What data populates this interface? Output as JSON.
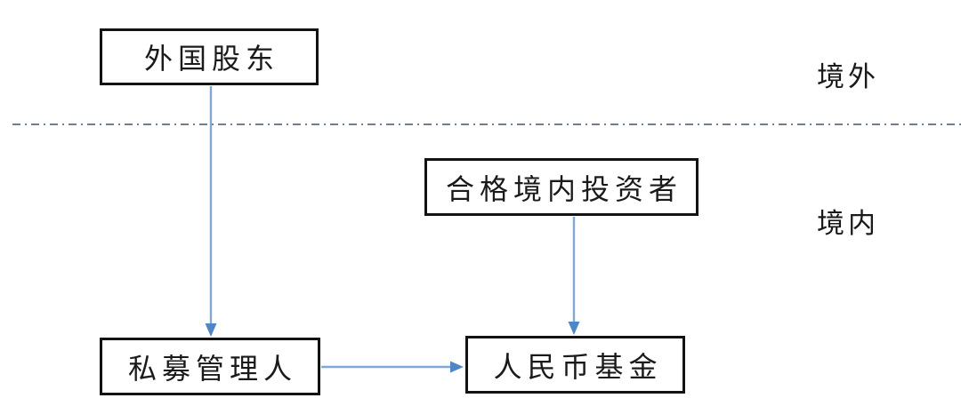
{
  "diagram": {
    "description": "Cross-border RMB private fund structure diagram with an offshore/onshore boundary line",
    "nodes": {
      "foreign_shareholder": {
        "label": "外国股东"
      },
      "qualified_domestic_investor": {
        "label": "合格境内投资者"
      },
      "private_fund_manager": {
        "label": "私募管理人"
      },
      "rmb_fund": {
        "label": "人民币基金"
      }
    },
    "region_labels": {
      "offshore": {
        "label": "境外"
      },
      "onshore": {
        "label": "境内"
      }
    },
    "divider": {
      "style": "dash-dot",
      "meaning": "boundary between offshore (境外) and onshore (境内)",
      "color": "#44546a"
    },
    "arrows": [
      {
        "from": "foreign_shareholder",
        "to": "private_fund_manager",
        "direction": "down"
      },
      {
        "from": "qualified_domestic_investor",
        "to": "rmb_fund",
        "direction": "down"
      },
      {
        "from": "private_fund_manager",
        "to": "rmb_fund",
        "direction": "right"
      }
    ],
    "colors": {
      "background": "#ffffff",
      "box_border": "#121212",
      "box_text": "#1a1a1a",
      "arrow_stem": "#7fa8d8",
      "arrow_head": "#4e86c8",
      "divider": "#44546a"
    }
  }
}
